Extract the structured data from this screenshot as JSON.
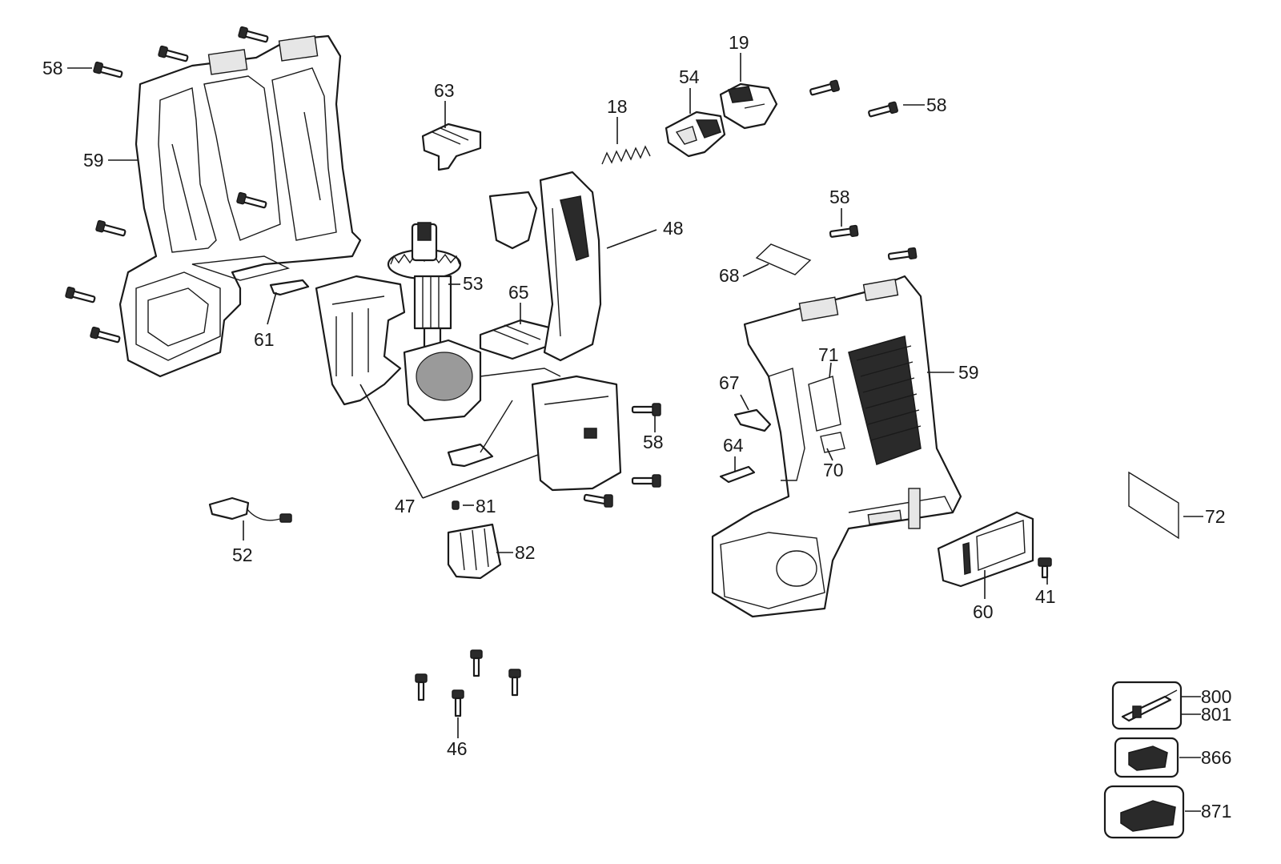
{
  "callouts": [
    {
      "id": "c58a",
      "text": "58"
    },
    {
      "id": "c59a",
      "text": "59"
    },
    {
      "id": "c61",
      "text": "61"
    },
    {
      "id": "c63",
      "text": "63"
    },
    {
      "id": "c18",
      "text": "18"
    },
    {
      "id": "c54",
      "text": "54"
    },
    {
      "id": "c19",
      "text": "19"
    },
    {
      "id": "c58b",
      "text": "58"
    },
    {
      "id": "c48",
      "text": "48"
    },
    {
      "id": "c53",
      "text": "53"
    },
    {
      "id": "c65",
      "text": "65"
    },
    {
      "id": "c58c",
      "text": "58"
    },
    {
      "id": "c68",
      "text": "68"
    },
    {
      "id": "c71",
      "text": "71"
    },
    {
      "id": "c59b",
      "text": "59"
    },
    {
      "id": "c67",
      "text": "67"
    },
    {
      "id": "c58d",
      "text": "58"
    },
    {
      "id": "c64",
      "text": "64"
    },
    {
      "id": "c70",
      "text": "70"
    },
    {
      "id": "c72",
      "text": "72"
    },
    {
      "id": "c47",
      "text": "47"
    },
    {
      "id": "c81",
      "text": "81"
    },
    {
      "id": "c52",
      "text": "52"
    },
    {
      "id": "c82",
      "text": "82"
    },
    {
      "id": "c60",
      "text": "60"
    },
    {
      "id": "c41",
      "text": "41"
    },
    {
      "id": "c46",
      "text": "46"
    },
    {
      "id": "c800",
      "text": "800"
    },
    {
      "id": "c801",
      "text": "801"
    },
    {
      "id": "c866",
      "text": "866"
    },
    {
      "id": "c871",
      "text": "871"
    }
  ],
  "colors": {
    "line": "#1a1a1a",
    "background": "#ffffff"
  }
}
